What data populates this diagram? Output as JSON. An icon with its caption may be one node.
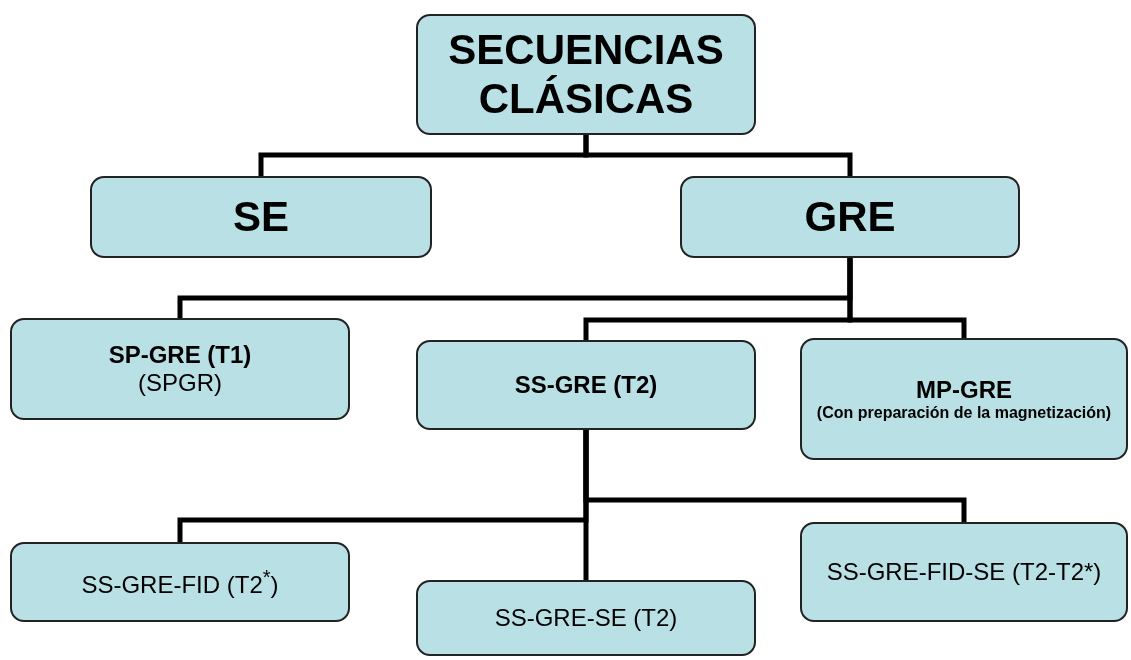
{
  "diagram": {
    "nodes": [
      {
        "text": [
          "SECUENCIAS CLÁSICAS"
        ]
      },
      {
        "text": [
          "SE"
        ]
      },
      {
        "text": [
          "GRE"
        ]
      },
      {
        "text": [
          "SP-GRE (T1)",
          "(SPGR)"
        ]
      },
      {
        "text": [
          "SS-GRE (T2)"
        ]
      },
      {
        "text": [
          "MP-GRE",
          "(Con preparación de la magnetización)"
        ]
      },
      {
        "text": [
          "SS-GRE-FID (T2$^{*}$)"
        ]
      },
      {
        "text": [
          "SS-GRE-SE (T2)"
        ]
      },
      {
        "text": [
          "SS-GRE-FID-SE (T2-T2*)"
        ]
      }
    ],
    "edges": [
      {
        "from": 0,
        "to": 1,
        "arrow": "none"
      },
      {
        "from": 0,
        "to": 2,
        "arrow": "none"
      },
      {
        "from": 2,
        "to": 3,
        "arrow": "none"
      },
      {
        "from": 2,
        "to": 4,
        "arrow": "none"
      },
      {
        "from": 2,
        "to": 5,
        "arrow": "none"
      },
      {
        "from": 4,
        "to": 6,
        "arrow": "none"
      },
      {
        "from": 4,
        "to": 7,
        "arrow": "none"
      },
      {
        "from": 4,
        "to": 8,
        "arrow": "none"
      }
    ]
  }
}
